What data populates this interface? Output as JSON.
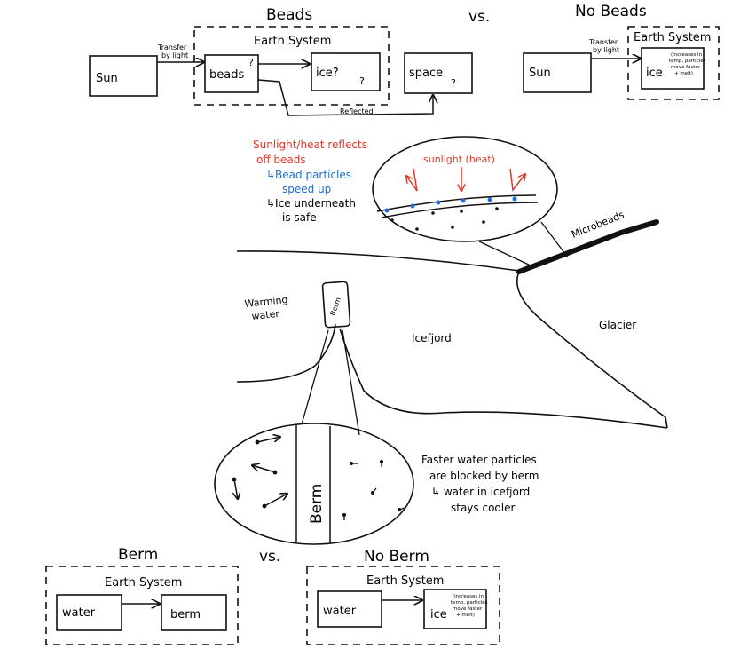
{
  "top": {
    "beads_heading": "Beads",
    "vs1": "vs.",
    "no_beads_heading": "No Beads",
    "earth_system_beads": "Earth System",
    "earth_system_no_beads": "Earth System",
    "sun_left": "Sun",
    "sun_right": "Sun",
    "beads_box": "beads",
    "beads_q": "?",
    "ice_box": "ice?",
    "ice_q": "?",
    "space_box": "space",
    "space_q": "?",
    "ice_right_box": "ice",
    "ice_right_note": [
      "(increases in",
      "temp, particles",
      "move faster",
      "+ melt)"
    ],
    "transfer_left": [
      "Transfer",
      "by light"
    ],
    "transfer_right": [
      "Transfer",
      "by light"
    ],
    "reflected": "Reflected"
  },
  "middle": {
    "note_red": [
      "Sunlight/heat reflects",
      "off beads"
    ],
    "note_blue": [
      "↳Bead particles",
      "speed up"
    ],
    "note_black": [
      "↳Ice underneath",
      "is safe"
    ],
    "sunlight_heat": "sunlight (heat)",
    "microbeads": "Microbeads",
    "warming_water": [
      "Warming",
      "water"
    ],
    "berm_small": "Berm",
    "icefjord": "Icefjord",
    "glacier": "Glacier",
    "berm_big": "Berm",
    "note_berm": [
      "Faster water particles",
      "are blocked by berm",
      "↳ water in icefjord",
      "stays cooler"
    ]
  },
  "bottom": {
    "berm_heading": "Berm",
    "vs2": "vs.",
    "no_berm_heading": "No Berm",
    "earth_system_berm": "Earth System",
    "earth_system_no_berm": "Earth System",
    "water_left": "water",
    "berm_box": "berm",
    "water_right": "water",
    "ice_box": "ice",
    "ice_note": [
      "(increases in",
      "temp, particles",
      "move faster",
      "+ melt)"
    ]
  },
  "colors": {
    "ink": "#111111",
    "red": "#e0392b",
    "blue": "#1f6fd6"
  }
}
